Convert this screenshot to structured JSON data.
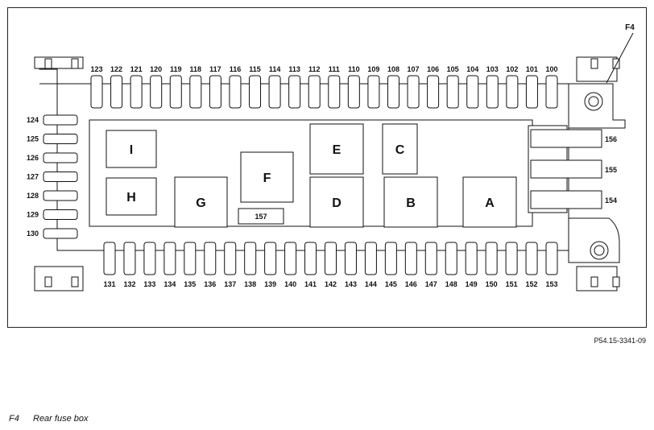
{
  "reference_code": "P54.15-3341-09",
  "legend": {
    "key": "F4",
    "text": "Rear fuse box"
  },
  "callout": "F4",
  "top_row_labels": [
    "123",
    "122",
    "121",
    "120",
    "119",
    "118",
    "117",
    "116",
    "115",
    "114",
    "113",
    "112",
    "111",
    "110",
    "109",
    "108",
    "107",
    "106",
    "105",
    "104",
    "103",
    "102",
    "101",
    "100"
  ],
  "bottom_row_labels": [
    "131",
    "132",
    "133",
    "134",
    "135",
    "136",
    "137",
    "138",
    "139",
    "140",
    "141",
    "142",
    "143",
    "144",
    "145",
    "146",
    "147",
    "148",
    "149",
    "150",
    "151",
    "152",
    "153"
  ],
  "left_column_labels": [
    "124",
    "125",
    "126",
    "127",
    "128",
    "129",
    "130"
  ],
  "right_column_labels": [
    "156",
    "155",
    "154"
  ],
  "relays": [
    {
      "id": "relay-i",
      "label": "I"
    },
    {
      "id": "relay-h",
      "label": "H"
    },
    {
      "id": "relay-g",
      "label": "G"
    },
    {
      "id": "relay-f",
      "label": "F"
    },
    {
      "id": "relay-e",
      "label": "E"
    },
    {
      "id": "relay-d",
      "label": "D"
    },
    {
      "id": "relay-c",
      "label": "C"
    },
    {
      "id": "relay-b",
      "label": "B"
    },
    {
      "id": "relay-a",
      "label": "A"
    }
  ],
  "center_fuse_label": "157"
}
